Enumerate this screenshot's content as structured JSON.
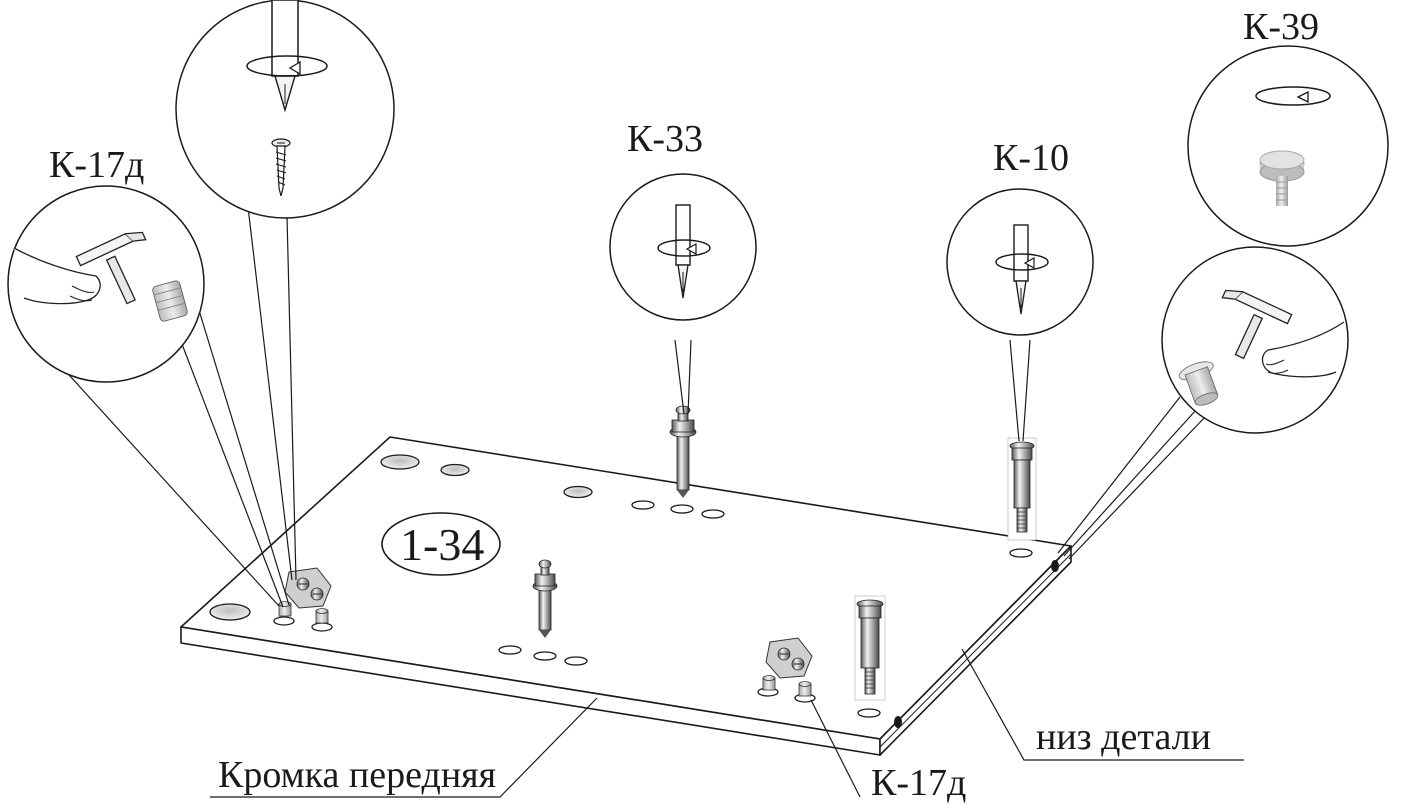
{
  "labels": {
    "k17d_top": "К-17д",
    "k33": "К-33",
    "k10": "К-10",
    "k39": "К-39",
    "part_number": "1-34",
    "edge_front": "Кромка передняя",
    "bottom_side": "низ детали",
    "k17d_bottom": "К-17д"
  },
  "icons": {
    "hammer": "hammer-icon",
    "screwdriver": "screwdriver-icon",
    "rotation": "rotation-arrow-icon",
    "screw": "wood-screw-icon",
    "dowel": "dowel-icon",
    "cam_bolt": "cam-bolt-icon",
    "hinge_plate": "hinge-plate-icon",
    "adjustable_foot": "adjustable-foot-icon"
  },
  "colors": {
    "line": "#1a1a1a",
    "metal_light": "#e6e6e6",
    "metal_dark": "#6e6e6e",
    "hole": "#cfcfcf"
  }
}
